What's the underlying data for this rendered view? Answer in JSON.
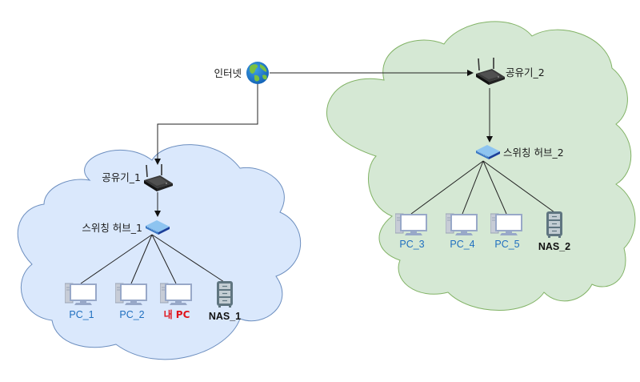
{
  "diagram": {
    "internet": {
      "label": "인터넷",
      "icon": "globe-icon"
    },
    "networks": [
      {
        "id": "net1",
        "cloud_color": "#dae8fc",
        "cloud_stroke": "#6c8ebf",
        "router": {
          "label": "공유기_1",
          "icon": "wireless-router-icon"
        },
        "switch": {
          "label": "스위칭 허브_1",
          "icon": "switch-icon"
        },
        "devices": [
          {
            "label": "PC_1",
            "type": "pc",
            "color": "#1f6fbf"
          },
          {
            "label": "PC_2",
            "type": "pc",
            "color": "#1f6fbf"
          },
          {
            "label": "내 PC",
            "type": "pc",
            "color": "#e0141c",
            "highlight": true
          },
          {
            "label": "NAS_1",
            "type": "nas",
            "color": "#111111"
          }
        ]
      },
      {
        "id": "net2",
        "cloud_color": "#d5e8d4",
        "cloud_stroke": "#82b366",
        "router": {
          "label": "공유기_2",
          "icon": "wireless-router-icon"
        },
        "switch": {
          "label": "스위칭 허브_2",
          "icon": "switch-icon"
        },
        "devices": [
          {
            "label": "PC_3",
            "type": "pc",
            "color": "#1f6fbf"
          },
          {
            "label": "PC_4",
            "type": "pc",
            "color": "#1f6fbf"
          },
          {
            "label": "PC_5",
            "type": "pc",
            "color": "#1f6fbf"
          },
          {
            "label": "NAS_2",
            "type": "nas",
            "color": "#111111"
          }
        ]
      }
    ],
    "connections": [
      {
        "from": "인터넷",
        "to": "공유기_1",
        "arrow": true
      },
      {
        "from": "인터넷",
        "to": "공유기_2",
        "arrow": true
      },
      {
        "from": "공유기_1",
        "to": "스위칭 허브_1",
        "arrow": true
      },
      {
        "from": "공유기_2",
        "to": "스위칭 허브_2",
        "arrow": true
      },
      {
        "from": "스위칭 허브_1",
        "to": "PC_1"
      },
      {
        "from": "스위칭 허브_1",
        "to": "PC_2"
      },
      {
        "from": "스위칭 허브_1",
        "to": "내 PC"
      },
      {
        "from": "스위칭 허브_1",
        "to": "NAS_1"
      },
      {
        "from": "스위칭 허브_2",
        "to": "PC_3"
      },
      {
        "from": "스위칭 허브_2",
        "to": "PC_4"
      },
      {
        "from": "스위칭 허브_2",
        "to": "PC_5"
      },
      {
        "from": "스위칭 허브_2",
        "to": "NAS_2"
      }
    ]
  }
}
